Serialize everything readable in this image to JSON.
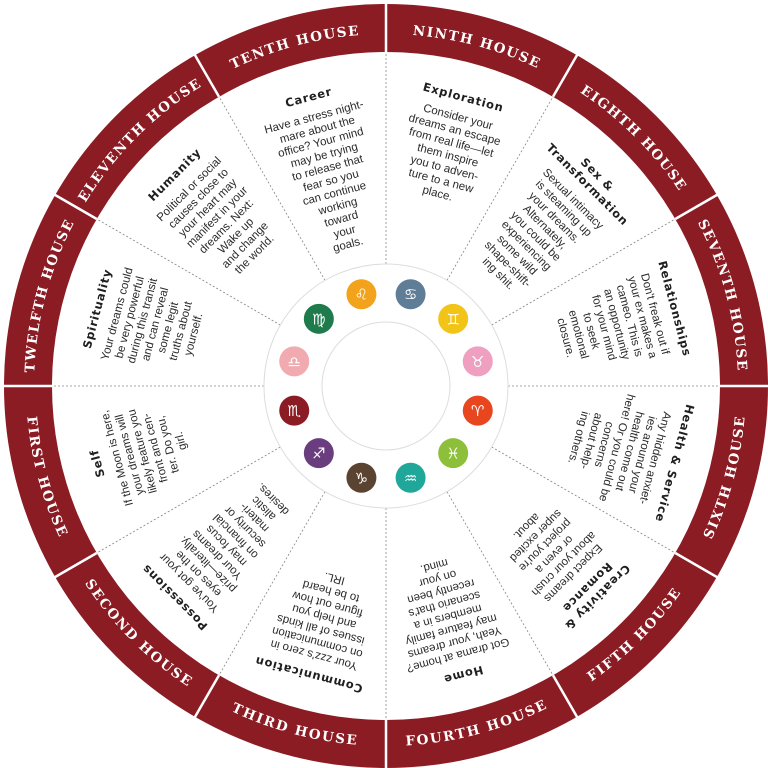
{
  "colors": {
    "ring": "#8b1c23",
    "divider": "#ffffff",
    "dotted": "#888888",
    "inner_ring": "#dddddd"
  },
  "houses": [
    {
      "key": "tenth",
      "label": "TENTH HOUSE"
    },
    {
      "key": "ninth",
      "label": "NINTH HOUSE"
    },
    {
      "key": "eighth",
      "label": "EIGHTH HOUSE"
    },
    {
      "key": "seventh",
      "label": "SEVENTH HOUSE"
    },
    {
      "key": "sixth",
      "label": "SIXTH HOUSE"
    },
    {
      "key": "fifth",
      "label": "FIFTH HOUSE"
    },
    {
      "key": "fourth",
      "label": "FOURTH HOUSE"
    },
    {
      "key": "third",
      "label": "THIRD HOUSE"
    },
    {
      "key": "second",
      "label": "SECOND HOUSE"
    },
    {
      "key": "first",
      "label": "FIRST HOUSE"
    },
    {
      "key": "twelfth",
      "label": "TWELFTH HOUSE"
    },
    {
      "key": "eleventh",
      "label": "ELEVENTH HOUSE"
    }
  ],
  "segments": [
    {
      "title": [
        "Career"
      ],
      "body": [
        "Have a stress night-",
        "mare about the",
        "office? Your mind",
        "may be trying",
        "to release that",
        "fear so you",
        "can continue",
        "working",
        "toward",
        "your",
        "goals."
      ]
    },
    {
      "title": [
        "Exploration"
      ],
      "body": [
        "Consider your",
        "dreams an escape",
        "from real life—let",
        "them inspire",
        "you to adven-",
        "ture to a new",
        "place."
      ]
    },
    {
      "title": [
        "Sex &",
        "Transformation"
      ],
      "body": [
        "Sexual intimacy",
        "is steaming up",
        "your dreams.",
        "Alternately,",
        "you could be",
        "experiencing",
        "some wild",
        "shape-shift-",
        "ing shit."
      ]
    },
    {
      "title": [
        "Relationships"
      ],
      "body": [
        "Don't freak out if",
        "your ex makes a",
        "cameo. This is",
        "an opportunity",
        "for your mind",
        "to seek",
        "emotional",
        "closure."
      ]
    },
    {
      "title": [
        "Health & Service"
      ],
      "body": [
        "Any hidden anxiet-",
        "ies around your",
        "health come out",
        "here! Or you could be",
        "concerns",
        "about help-",
        "ing others."
      ]
    },
    {
      "title": [
        "Creativity &",
        "Romance"
      ],
      "body": [
        "Expect dreams",
        "about your crush",
        "or even a",
        "project you're",
        "super excited",
        "about."
      ]
    },
    {
      "title": [
        "Home"
      ],
      "body": [
        "Got drama at home?",
        "Yeah, your dreams",
        "may feature family",
        "members in a",
        "scenario that's",
        "recently been",
        "on your",
        "mind."
      ]
    },
    {
      "title": [
        "Communication"
      ],
      "body": [
        "Your zzz's zero in",
        "on communication",
        "issues of all kinds",
        "and help you",
        "figure out how",
        "to be heard",
        "IRL."
      ]
    },
    {
      "title": [
        "Possessions"
      ],
      "body": [
        "You've got your",
        "eyes on the",
        "prize—literally.",
        "Your dreams",
        "may focus",
        "on financial",
        "security or",
        "materi-",
        "alistic",
        "desires."
      ]
    },
    {
      "title": [
        "Self"
      ],
      "body": [
        "If the Moon is here,",
        "your dreams will",
        "likely feature you",
        "front and cen-",
        "ter. Do you,",
        "girl."
      ]
    },
    {
      "title": [
        "Spirituality"
      ],
      "body": [
        "Your dreams could",
        "be very powerful",
        "during this transit",
        "and can reveal",
        "some legit",
        "truths about",
        "yourself."
      ]
    },
    {
      "title": [
        "Humanity"
      ],
      "body": [
        "Political or social",
        "causes close to",
        "your heart may",
        "manifest in your",
        "dreams. Next:",
        "Wake up",
        "and change",
        "the world."
      ]
    }
  ],
  "signs": [
    {
      "name": "leo",
      "glyph": "♌",
      "color": "#f3a31b"
    },
    {
      "name": "cancer",
      "glyph": "♋",
      "color": "#5f7d96"
    },
    {
      "name": "gemini",
      "glyph": "♊",
      "color": "#f2c418"
    },
    {
      "name": "taurus",
      "glyph": "♉",
      "color": "#ef9fbf"
    },
    {
      "name": "aries",
      "glyph": "♈",
      "color": "#e8461f"
    },
    {
      "name": "pisces",
      "glyph": "♓",
      "color": "#8dbf3b"
    },
    {
      "name": "aquarius",
      "glyph": "♒",
      "color": "#1fa89a"
    },
    {
      "name": "capricorn",
      "glyph": "♑",
      "color": "#5b4332"
    },
    {
      "name": "sagittarius",
      "glyph": "♐",
      "color": "#6a3d7f"
    },
    {
      "name": "scorpio",
      "glyph": "♏",
      "color": "#8b1c23"
    },
    {
      "name": "libra",
      "glyph": "♎",
      "color": "#f0aab0"
    },
    {
      "name": "virgo",
      "glyph": "♍",
      "color": "#1f7a4c"
    }
  ]
}
